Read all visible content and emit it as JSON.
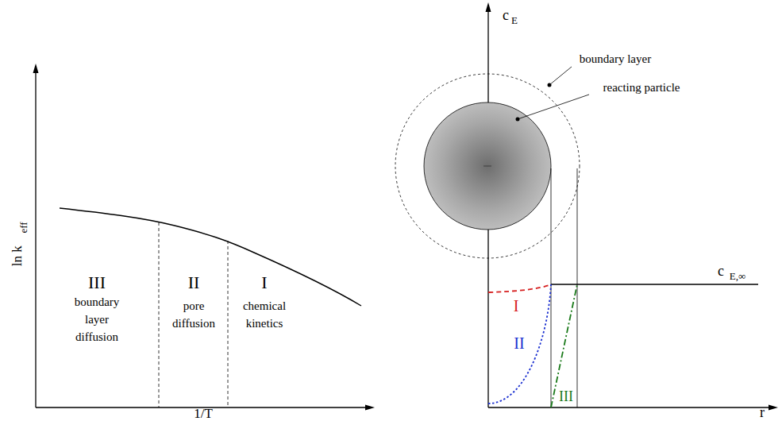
{
  "diagram": {
    "labels": [
      "ln k",
      "eff",
      "1/T",
      "III",
      "boundary layer diffusion",
      "II",
      "pore diffusion",
      "I",
      "chemical kinetics",
      "c",
      "E",
      "boundary layer",
      "reacting particle",
      "c",
      "E,∞",
      "I",
      "II",
      "III",
      "r"
    ]
  }
}
